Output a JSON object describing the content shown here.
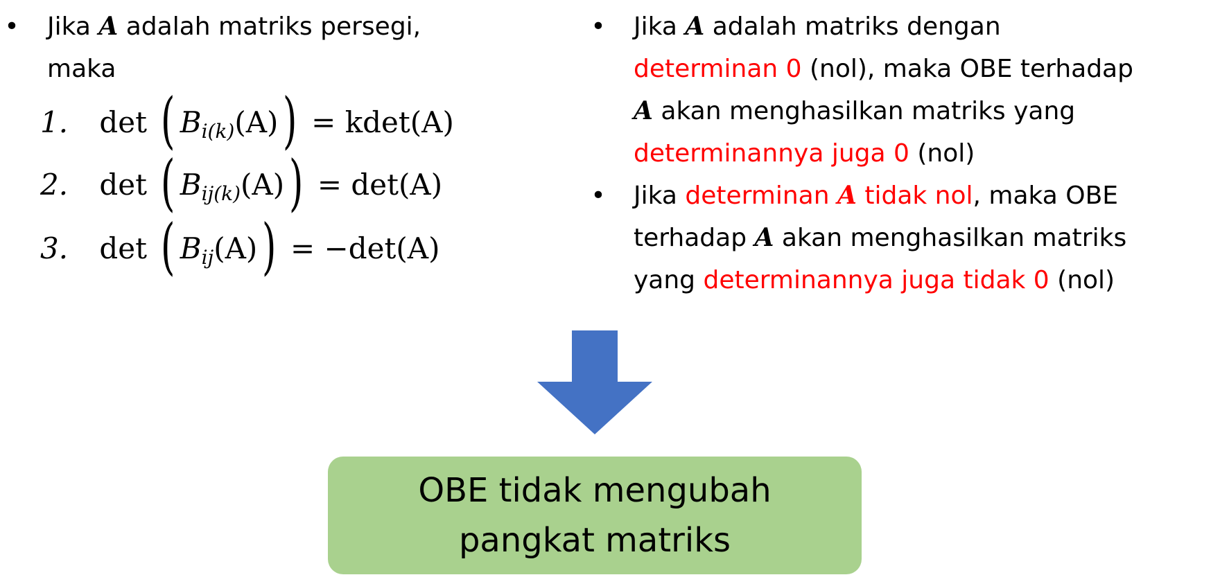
{
  "colors": {
    "highlight": "#ff0000",
    "arrow": "#4472c4",
    "box_fill": "#a9d18e"
  },
  "left_bullet": {
    "line1_pre": "Jika ",
    "line1_var": "A",
    "line1_post": " adalah matriks persegi,",
    "line2": "maka",
    "formulas": [
      {
        "num": "1.",
        "lhs_op": "det",
        "b": "B",
        "sub": "i(k)",
        "arg": "(A)",
        "rhs": "= kdet(A)"
      },
      {
        "num": "2.",
        "lhs_op": "det",
        "b": "B",
        "sub": "ij(k)",
        "arg": "(A)",
        "rhs": "= det(A)"
      },
      {
        "num": "3.",
        "lhs_op": "det",
        "b": "B",
        "sub": "ij",
        "arg": "(A)",
        "rhs": "= −det(A)"
      }
    ]
  },
  "right_bullet_1": {
    "l1_pre": "Jika ",
    "l1_var": "A",
    "l1_post": " adalah matriks dengan",
    "l2_red": "determinan 0",
    "l2_post": " (nol), maka OBE terhadap",
    "l3_var": "A",
    "l3_post": " akan menghasilkan matriks yang",
    "l4_red": "determinannya juga 0",
    "l4_post": " (nol)"
  },
  "right_bullet_2": {
    "l1_pre": "Jika ",
    "l1_red_a": "determinan ",
    "l1_red_var": "A",
    "l1_red_b": " tidak nol",
    "l1_post": ", maka OBE",
    "l2_pre": "terhadap ",
    "l2_var": "A",
    "l2_post": " akan menghasilkan matriks",
    "l3_pre": "yang ",
    "l3_red": "determinannya juga tidak 0",
    "l3_post": " (nol)"
  },
  "bullet_symbol": "•",
  "result": {
    "line1": "OBE tidak mengubah",
    "line2": "pangkat matriks"
  }
}
